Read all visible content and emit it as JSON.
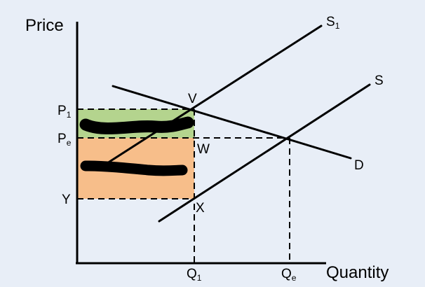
{
  "axes": {
    "y_title": "Price",
    "x_title": "Quantity"
  },
  "price_labels": {
    "p1": "P",
    "p1_sub": "1",
    "pe": "P",
    "pe_sub": "e",
    "y": "Y"
  },
  "quantity_labels": {
    "q1": "Q",
    "q1_sub": "1",
    "qe": "Q",
    "qe_sub": "e"
  },
  "curve_labels": {
    "s1": "S",
    "s1_sub": "1",
    "s": "S",
    "d": "D"
  },
  "point_labels": {
    "v": "V",
    "w": "W",
    "x": "X"
  },
  "colors": {
    "background": "#e8eef7",
    "consumer_tax_area": "#b4d48e",
    "producer_tax_area": "#f7be8a",
    "lines": "#000000",
    "scribble": "#000000"
  }
}
